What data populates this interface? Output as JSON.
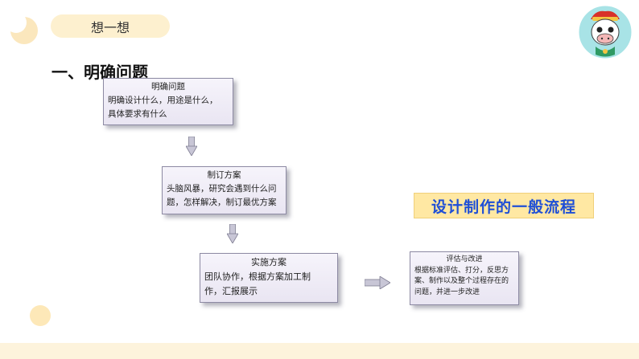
{
  "header": {
    "pill_label": "想一想",
    "title": "一、明确问题"
  },
  "flow": {
    "step1": {
      "title": "明确问题",
      "line1": "明确设计什么，用途是什么，",
      "line2": "具体要求有什么"
    },
    "step2": {
      "title": "制订方案",
      "line1": "头脑风暴，研究会遇到什么问",
      "line2": "题，怎样解决，制订最优方案"
    },
    "step3": {
      "title": "实施方案",
      "line1": "团队协作，根据方案加工制",
      "line2": "作，汇报展示"
    },
    "step4": {
      "title": "评估与改进",
      "line1": "根据标准评估、打分，反思方",
      "line2": "案、制作以及整个过程存在的",
      "line3": "问题，并进一步改进"
    }
  },
  "banner": {
    "text": "设计制作的一般流程"
  },
  "colors": {
    "banner_bg": "#ffe8a3",
    "banner_text": "#1f4fd6",
    "pill_bg": "#fdf0cf",
    "box_bg": "#eeebf5",
    "mascot_bg": "#a8e3e6"
  },
  "icons": {
    "mascot": "cartoon-cow-mascot-icon",
    "arrow_down": "arrow-down-icon",
    "arrow_right": "arrow-right-icon"
  }
}
